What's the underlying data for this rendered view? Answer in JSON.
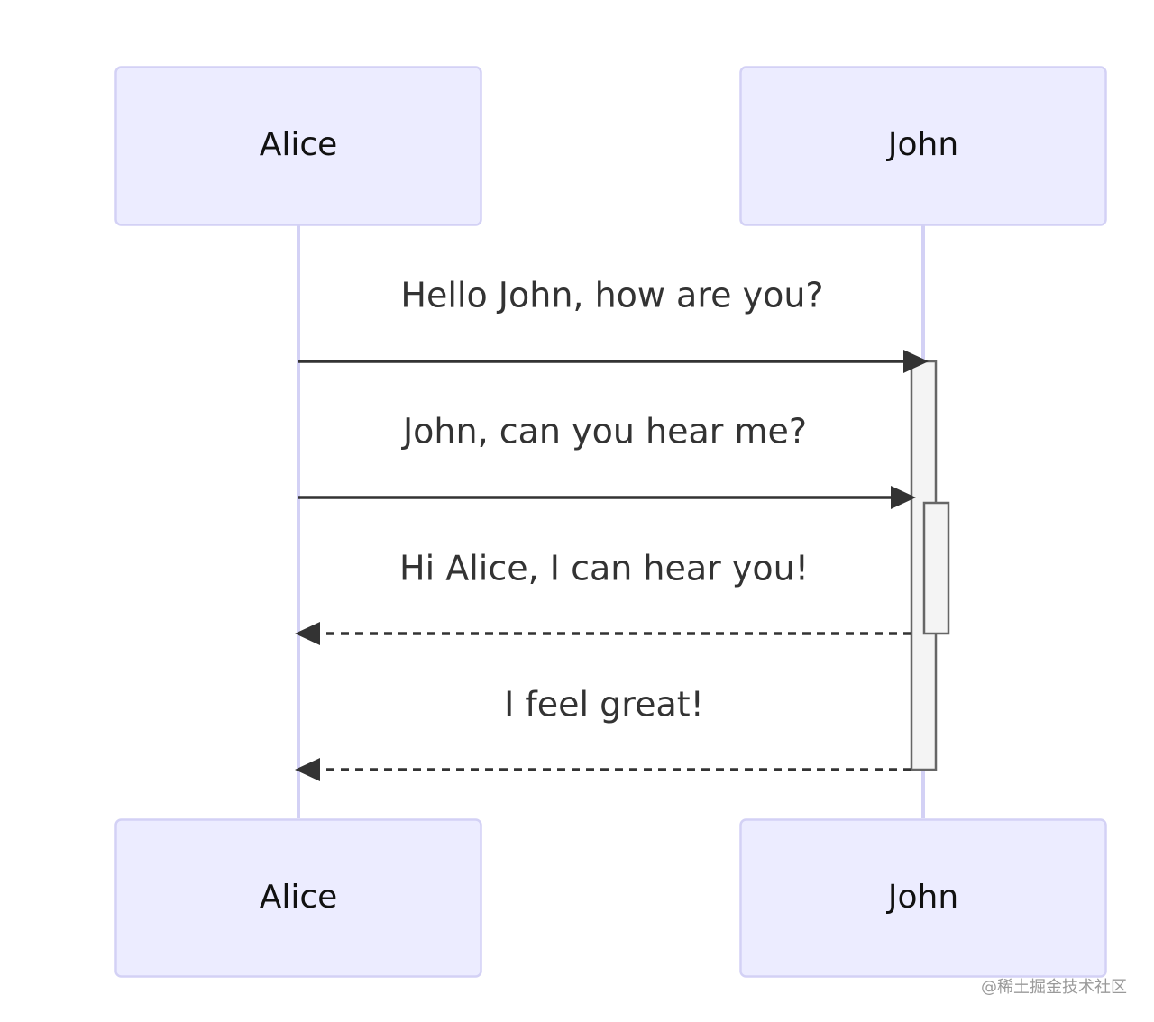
{
  "participants": [
    {
      "id": "alice",
      "label": "Alice"
    },
    {
      "id": "john",
      "label": "John"
    }
  ],
  "messages": [
    {
      "from": "Alice",
      "to": "John",
      "text": "Hello John, how are you?",
      "style": "solid"
    },
    {
      "from": "Alice",
      "to": "John",
      "text": "John, can you hear me?",
      "style": "solid"
    },
    {
      "from": "John",
      "to": "Alice",
      "text": "Hi Alice, I can hear you!",
      "style": "dashed"
    },
    {
      "from": "John",
      "to": "Alice",
      "text": "I feel great!",
      "style": "dashed"
    }
  ],
  "activations": [
    {
      "participant": "John",
      "starts_at_message": 1,
      "ends_at_message": 4
    },
    {
      "participant": "John",
      "starts_at_message": 2,
      "ends_at_message": 3
    }
  ],
  "colors": {
    "actor_fill": "#ECECFF",
    "actor_border": "#d3d1f5",
    "lifeline": "#d3d1f5",
    "line": "#333333",
    "activation_fill": "#f4f4f4",
    "activation_border": "#666666"
  },
  "watermark": "@稀土掘金技术社区"
}
